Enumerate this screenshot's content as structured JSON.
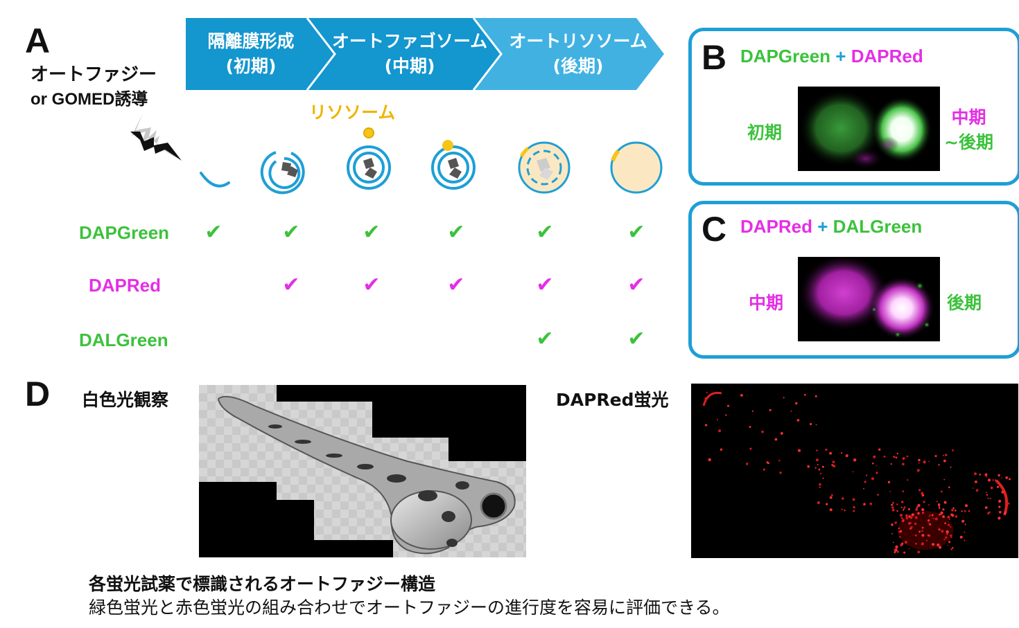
{
  "panel_a": {
    "letter": "A",
    "induction_label_line1": "オートファジー",
    "induction_label_line2": "or GOMED誘導",
    "stages": [
      {
        "line1": "隔離膜形成",
        "line2": "(初期)"
      },
      {
        "line1": "オートファゴソーム",
        "line2": "(中期)"
      },
      {
        "line1": "オートリソソーム",
        "line2": "(後期)"
      }
    ],
    "lysosome_label": "リソソーム",
    "check_glyph": "✔",
    "rows": [
      {
        "label": "DAPGreen",
        "color": "#3cc23c",
        "checks": [
          true,
          true,
          true,
          true,
          true,
          true
        ]
      },
      {
        "label": "DAPRed",
        "color": "#e52ee5",
        "checks": [
          false,
          true,
          true,
          true,
          true,
          true
        ]
      },
      {
        "label": "DALGreen",
        "color": "#3cc23c",
        "checks": [
          false,
          false,
          false,
          false,
          true,
          true
        ]
      }
    ],
    "colors": {
      "arrow_dark": "#1496cf",
      "arrow_light": "#41b1e2",
      "membrane": "#1e9fd6",
      "lysosome": "#f5c518",
      "lumen": "#fbe8c2",
      "cargo": "#555555"
    }
  },
  "panel_b": {
    "letter": "B",
    "title_left": "DAPGreen",
    "plus": "+",
    "title_right": "DAPRed",
    "left_label": "初期",
    "right_label_line1": "中期",
    "right_label_line2": "~後期"
  },
  "panel_c": {
    "letter": "C",
    "title_left": "DAPRed",
    "plus": "+",
    "title_right": "DALGreen",
    "left_label": "中期",
    "right_label": "後期"
  },
  "panel_d": {
    "letter": "D",
    "left_title": "白色光観察",
    "right_title": "DAPRed蛍光"
  },
  "caption": {
    "line1": "各蛍光試薬で標識されるオートファジー構造",
    "line2": "緑色蛍光と赤色蛍光の組み合わせでオートファジーの進行度を容易に評価できる。"
  }
}
